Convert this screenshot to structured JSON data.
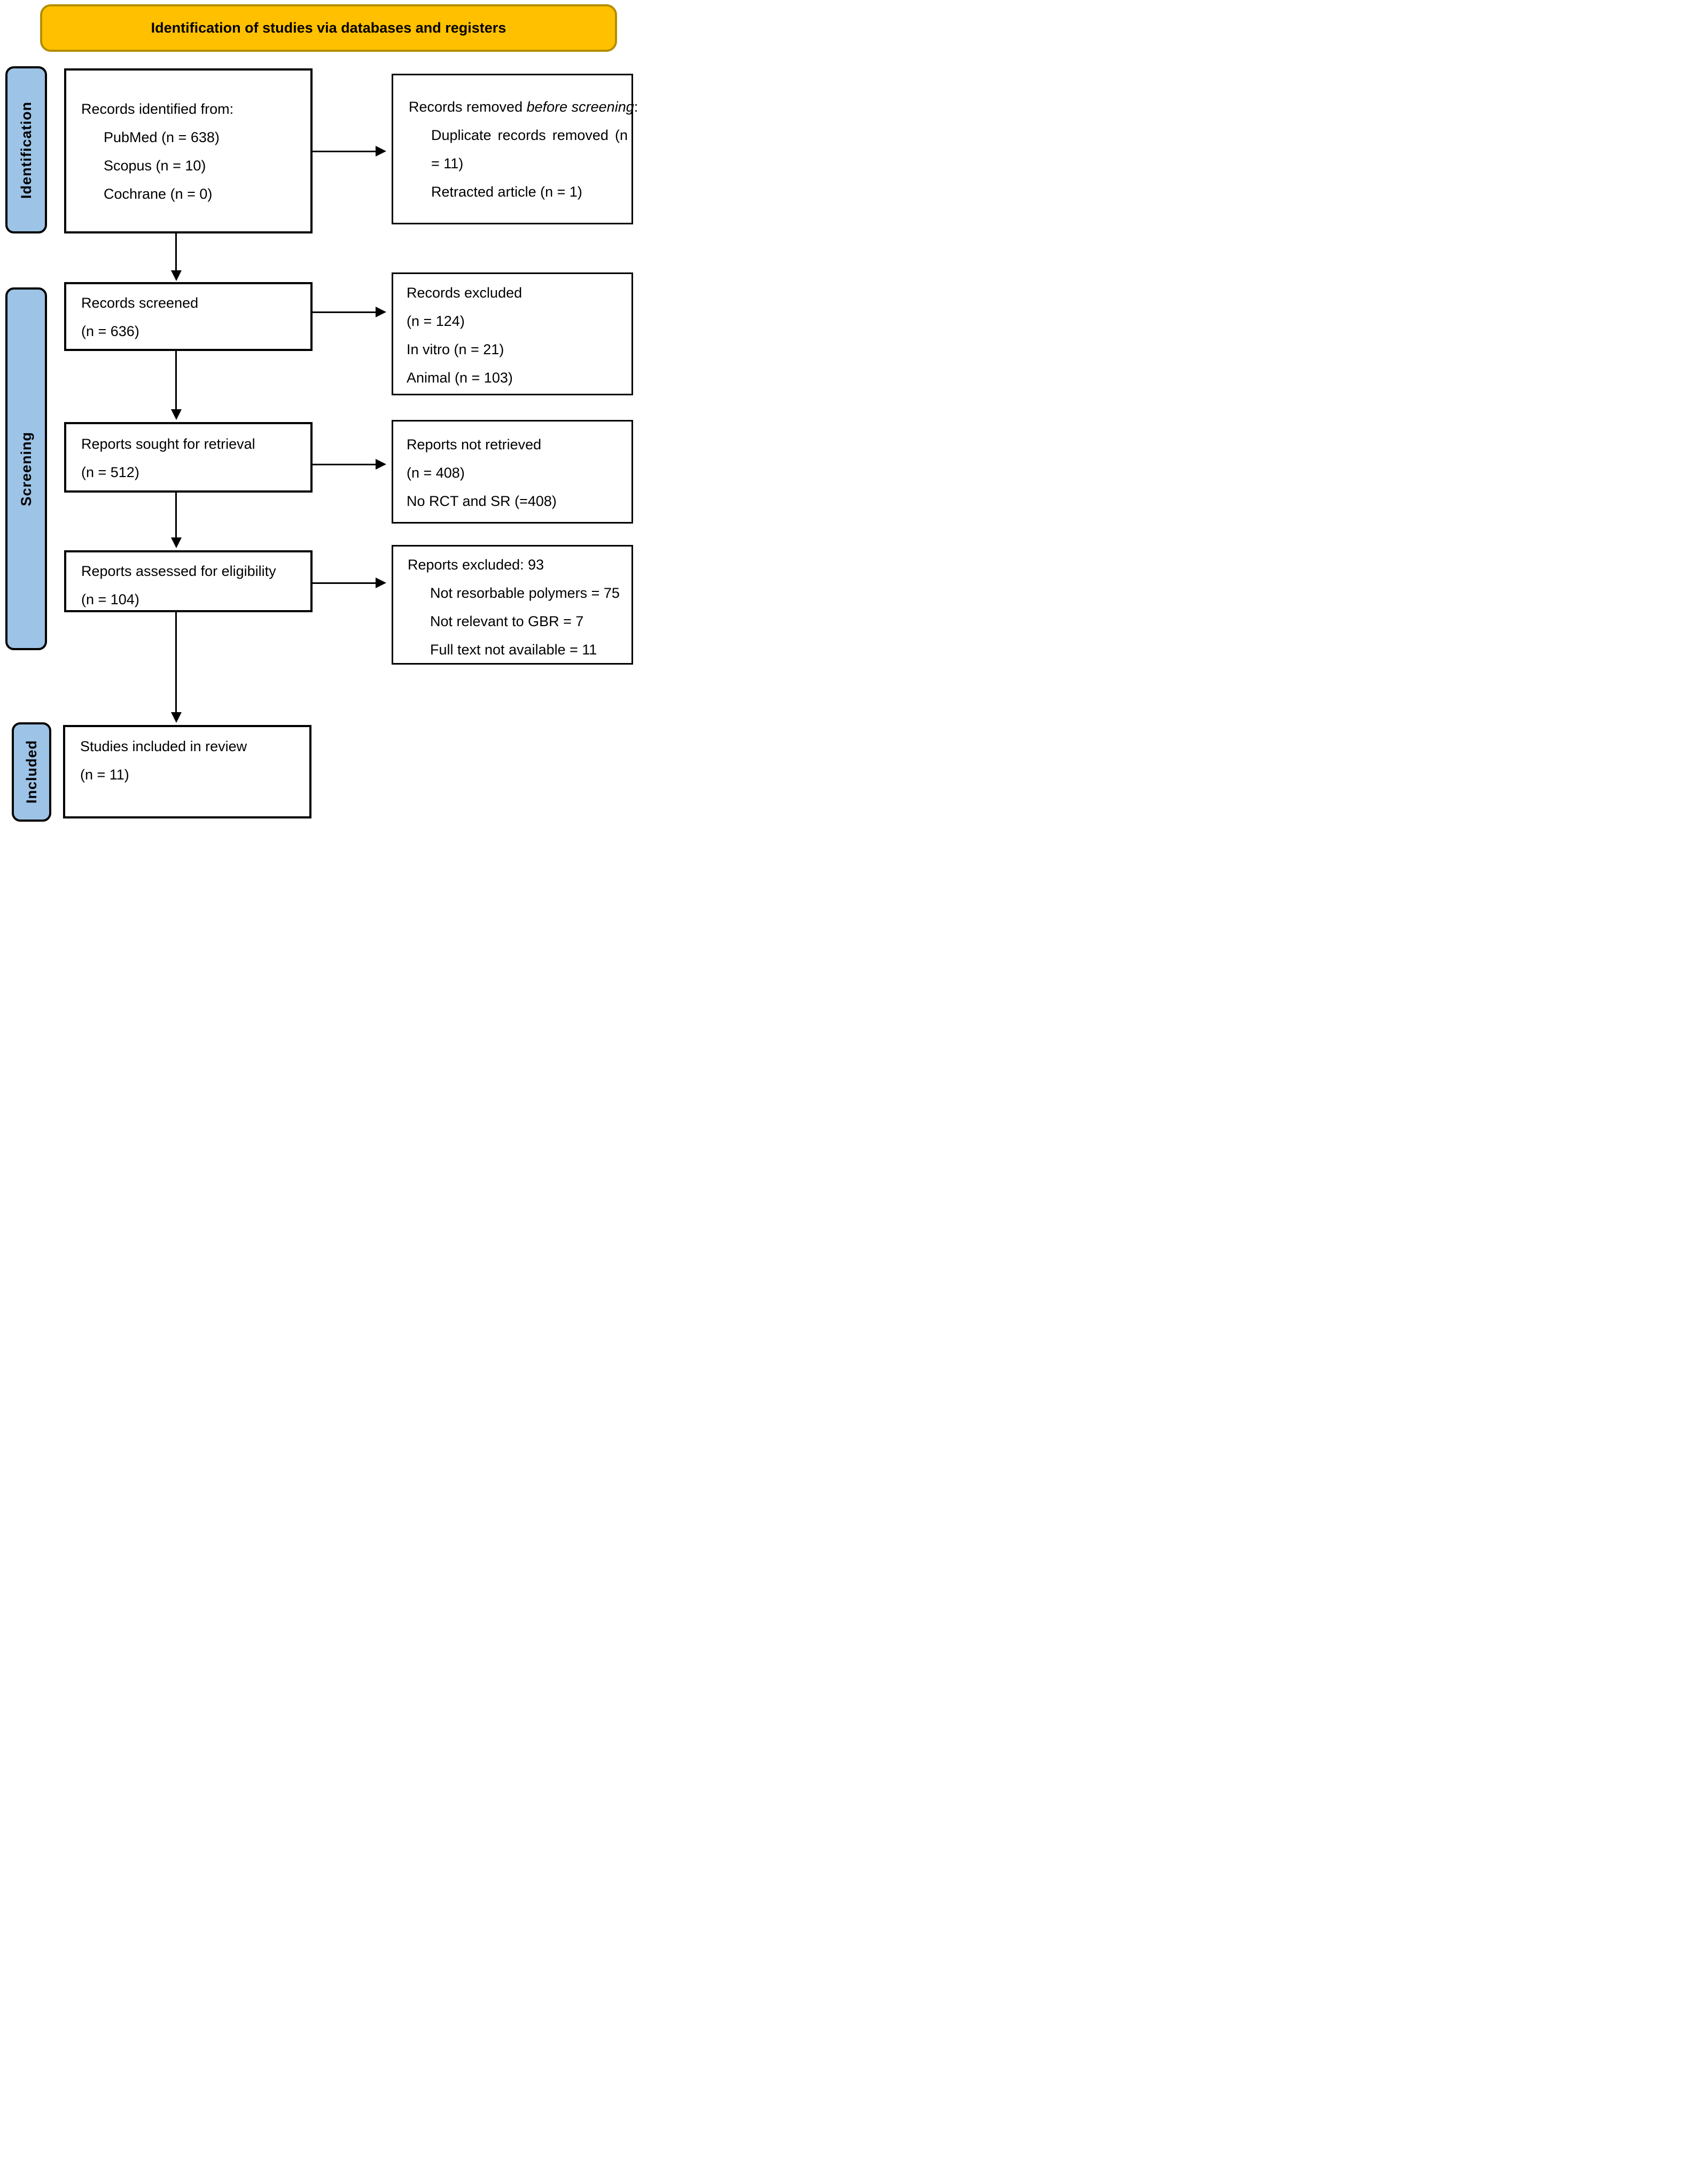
{
  "banner": {
    "title": "Identification of studies via databases and registers"
  },
  "stages": {
    "identification": "Identification",
    "screening": "Screening",
    "included": "Included"
  },
  "boxes": {
    "records_identified": {
      "title": "Records identified from:",
      "items": [
        "PubMed (n = 638)",
        "Scopus (n = 10)",
        "Cochrane (n = 0)"
      ]
    },
    "records_removed": {
      "title_prefix": "Records removed ",
      "title_italic": "before screening",
      "title_suffix": ":",
      "items": [
        "Duplicate records removed (n = 11)",
        "Retracted article (n = 1)"
      ]
    },
    "records_screened": {
      "lines": [
        "Records screened",
        "(n = 636)"
      ]
    },
    "records_excluded": {
      "lines": [
        "Records excluded",
        "(n = 124)",
        "In vitro (n = 21)",
        "Animal (n = 103)"
      ]
    },
    "reports_sought": {
      "lines": [
        "Reports sought for retrieval",
        "(n = 512)"
      ]
    },
    "reports_not_retrieved": {
      "lines": [
        "Reports not retrieved",
        "(n = 408)",
        "No RCT and SR (=408)"
      ]
    },
    "reports_assessed": {
      "lines": [
        "Reports assessed for eligibility",
        "(n = 104)"
      ]
    },
    "reports_excluded": {
      "title": "Reports excluded: 93",
      "items": [
        "Not resorbable polymers = 75",
        "Not relevant to GBR = 7",
        "Full text not available = 11"
      ]
    },
    "studies_included": {
      "lines": [
        "Studies included in review",
        "(n = 11)"
      ]
    }
  },
  "colors": {
    "banner_bg": "#FFC000",
    "banner_border": "#B38E00",
    "stage_fill": "#9DC3E6",
    "line_color": "#000000"
  }
}
